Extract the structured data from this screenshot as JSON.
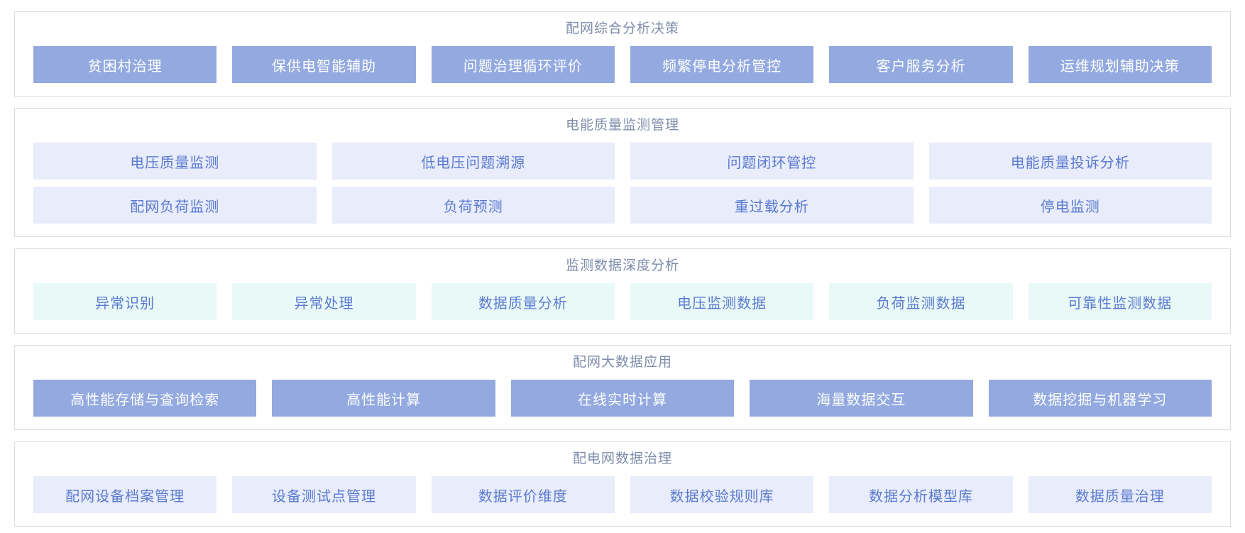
{
  "palette": {
    "solid_bg": "#93a9e0",
    "solid_text": "#ffffff",
    "lavender_bg": "#e8ecfb",
    "mint_bg": "#e8f9f7",
    "button_text": "#5b7ad0",
    "title_text": "#7e8cab",
    "panel_border": "#d9dbde"
  },
  "sections": [
    {
      "id": "comprehensive-analysis-decision",
      "title": "配网综合分析决策",
      "style": "solid",
      "rows": [
        [
          "贫困村治理",
          "保供电智能辅助",
          "问题治理循环评价",
          "频繁停电分析管控",
          "客户服务分析",
          "运维规划辅助决策"
        ]
      ]
    },
    {
      "id": "power-quality-monitoring",
      "title": "电能质量监测管理",
      "style": "lavender",
      "rows": [
        [
          "电压质量监测",
          "低电压问题溯源",
          "问题闭环管控",
          "电能质量投诉分析"
        ],
        [
          "配网负荷监测",
          "负荷预测",
          "重过载分析",
          "停电监测"
        ]
      ]
    },
    {
      "id": "monitoring-data-deep-analysis",
      "title": "监测数据深度分析",
      "style": "mint",
      "rows": [
        [
          "异常识别",
          "异常处理",
          "数据质量分析",
          "电压监测数据",
          "负荷监测数据",
          "可靠性监测数据"
        ]
      ]
    },
    {
      "id": "big-data-application",
      "title": "配网大数据应用",
      "style": "solid",
      "rows": [
        [
          "高性能存储与查询检索",
          "高性能计算",
          "在线实时计算",
          "海量数据交互",
          "数据挖掘与机器学习"
        ]
      ]
    },
    {
      "id": "distribution-data-governance",
      "title": "配电网数据治理",
      "style": "lavender",
      "rows": [
        [
          "配网设备档案管理",
          "设备测试点管理",
          "数据评价维度",
          "数据校验规则库",
          "数据分析模型库",
          "数据质量治理"
        ]
      ]
    }
  ]
}
